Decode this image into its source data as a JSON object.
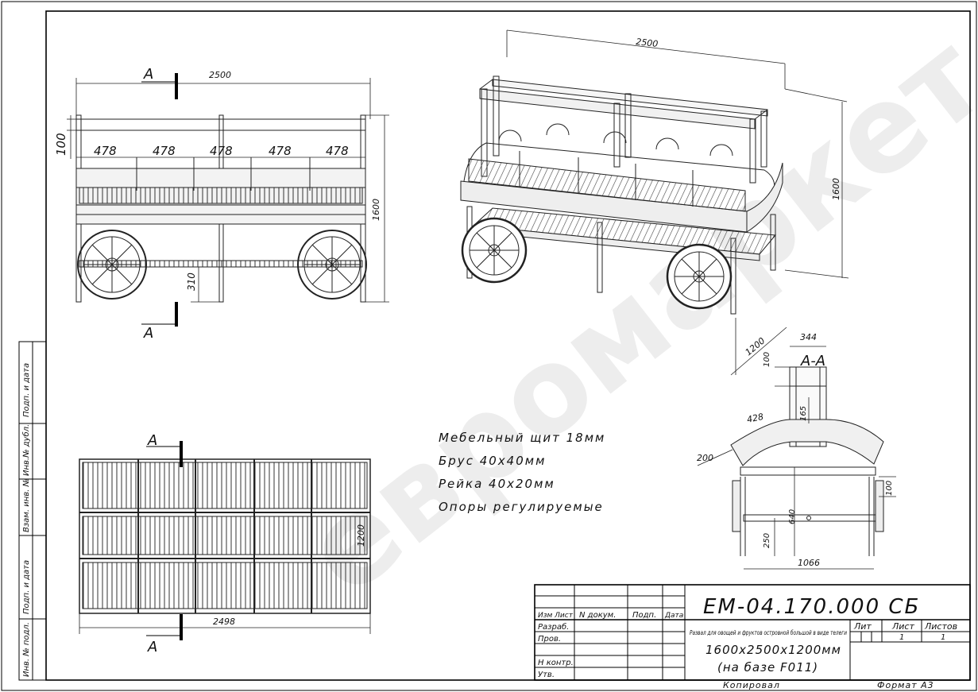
{
  "sheet": {
    "designation": "ЕМ-04.170.000  СБ",
    "product_name": "Развал для овощей и фруктов островной большой в виде телеги",
    "size": "1600х2500х1200мм",
    "base": "(на базе F011)",
    "copied_by": "Копировал",
    "format": "Формат А3"
  },
  "title_block": {
    "izm_list": "Изм Лист",
    "doc_no": "N докум.",
    "sign": "Подп.",
    "date": "Дата",
    "razrab": "Разраб.",
    "prov": "Пров.",
    "nkontr": "Н контр.",
    "utv": "Утв.",
    "lit": "Лит",
    "list": "Лист",
    "listov": "Листов",
    "list_value": "1",
    "listov_value": "1"
  },
  "side_column": [
    "Подп. и дата",
    "Инв.№ дубл.",
    "Взам. инв. №",
    "Подп. и дата",
    "Инв. № подл."
  ],
  "notes": [
    "Мебельный щит 18мм",
    "Брус 40х40мм",
    "Рейка 40х20мм",
    "Опоры регулируемые"
  ],
  "watermark": "евромаркет",
  "section_marks": {
    "letter": "А",
    "title": "А-А"
  },
  "dimensions": {
    "front_width": "2500",
    "front_top": "100",
    "bay": "478",
    "front_height": "1600",
    "front_clearance": "310",
    "plan_width": "2498",
    "plan_depth": "1200",
    "iso_width": "2500",
    "iso_height": "1600",
    "iso_depth": "1200",
    "sec_top_width": "344",
    "sec_top": "100",
    "sec_frame": "165",
    "sec_tray": "428",
    "sec_side": "200",
    "sec_rim": "100",
    "sec_height": "640",
    "sec_low": "250",
    "sec_base": "1066"
  }
}
